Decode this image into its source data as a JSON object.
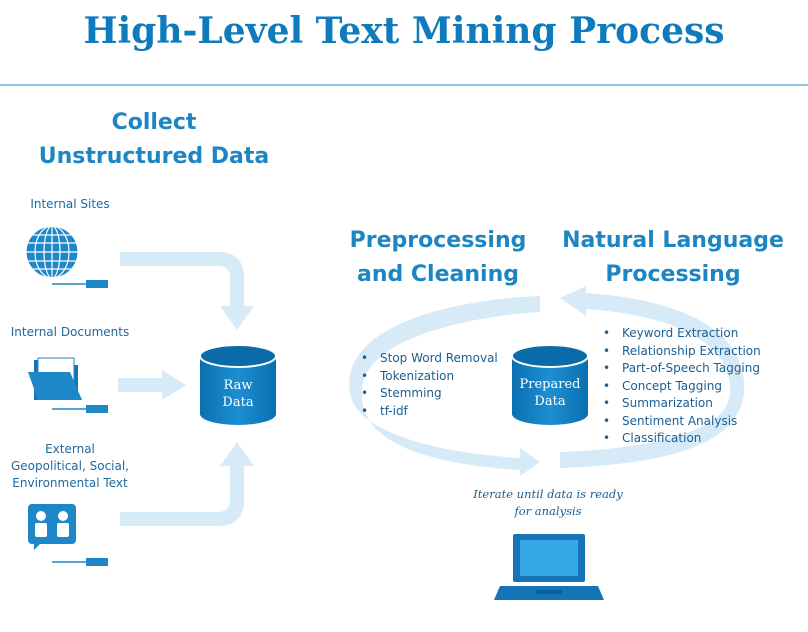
{
  "title": "High-Level Text Mining Process",
  "collect": {
    "line1": "Collect",
    "line2": "Unstructured Data"
  },
  "sources": {
    "internal_sites": "Internal Sites",
    "internal_documents": "Internal Documents",
    "external": [
      "External",
      "Geopolitical, Social,",
      "Environmental Text"
    ]
  },
  "raw_data": [
    "Raw",
    "Data"
  ],
  "preprocessing": {
    "heading": [
      "Preprocessing",
      "and Cleaning"
    ],
    "items": [
      "Stop Word Removal",
      "Tokenization",
      "Stemming",
      "tf-idf"
    ]
  },
  "nlp": {
    "heading": [
      "Natural Language",
      "Processing"
    ],
    "items": [
      "Keyword Extraction",
      "Relationship Extraction",
      "Part-of-Speech Tagging",
      "Concept Tagging",
      "Summarization",
      "Sentiment Analysis",
      "Classification"
    ]
  },
  "prepared_data": [
    "Prepared",
    "Data"
  ],
  "iterate_caption": [
    "Iterate until data is ready",
    "for analysis"
  ],
  "icons": [
    "globe-icon",
    "folder-icon",
    "people-icon",
    "laptop-icon",
    "database-icon"
  ],
  "colors": {
    "primary": "#0f7bbd",
    "arrow_light": "#d3eaf7",
    "icon_blue": "#1e87c8"
  }
}
